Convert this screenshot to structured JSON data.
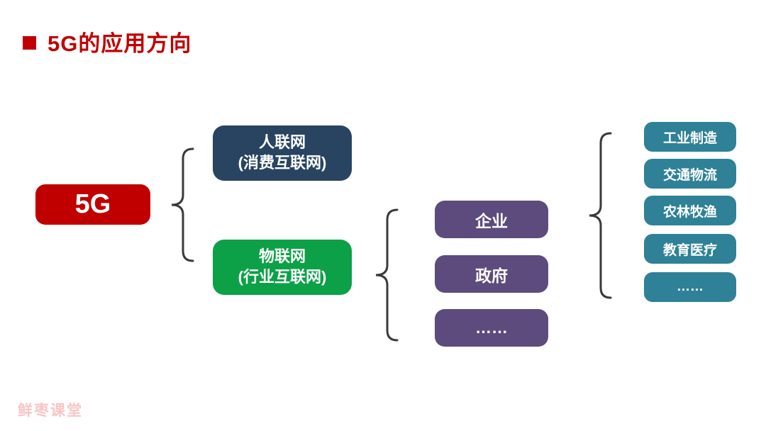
{
  "title": {
    "bullet_icon": "red-square",
    "text": "5G的应用方向",
    "color": "#C00000"
  },
  "watermark": {
    "text": "鲜枣课堂",
    "color": "#F9C5C5"
  },
  "diagram": {
    "root": {
      "label": "5G",
      "color": "#C00000"
    },
    "branches": [
      {
        "line1": "人联网",
        "line2": "(消费互联网)",
        "color": "#294460"
      },
      {
        "line1": "物联网",
        "line2": "(行业互联网)",
        "color": "#0CA147"
      }
    ],
    "iot_children": {
      "color": "#5D4B7D",
      "items": [
        "企业",
        "政府",
        "……"
      ]
    },
    "enterprise_children": {
      "color": "#2E8196",
      "items": [
        "工业制造",
        "交通物流",
        "农林牧渔",
        "教育医疗",
        "……"
      ]
    },
    "brace_color": "#3A3A3A"
  }
}
